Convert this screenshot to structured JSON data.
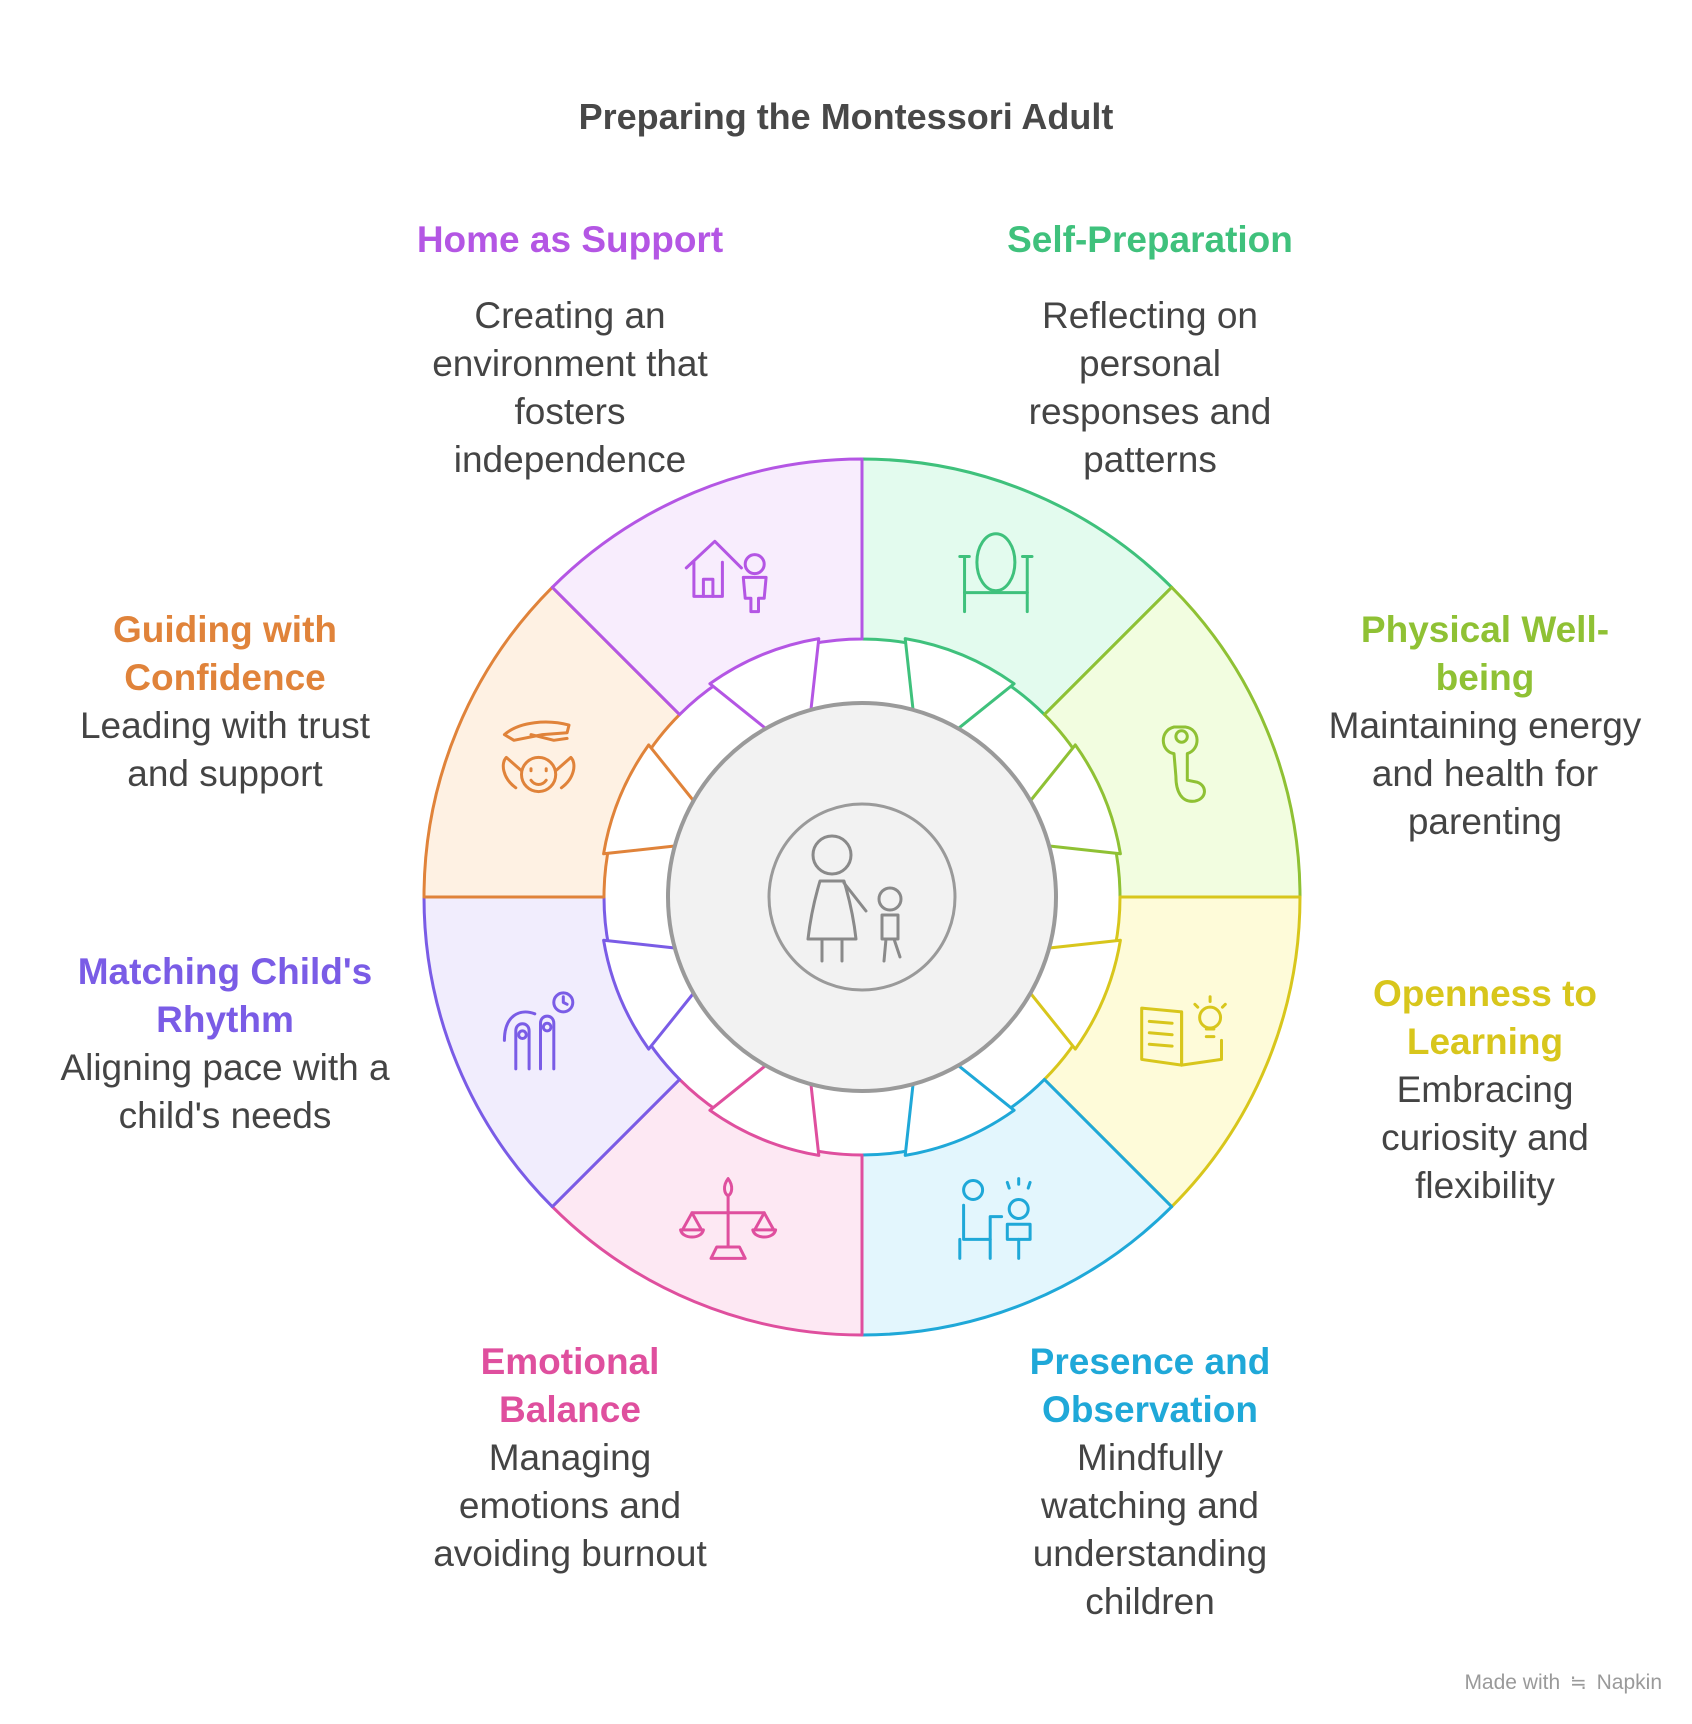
{
  "title": "Preparing the Montessori Adult",
  "center_icon": "adult-and-child-icon",
  "segments": [
    {
      "id": "self-preparation",
      "title": "Self-Preparation",
      "description": "Reflecting on personal responses and patterns",
      "color": "#3fc17c",
      "fill": "#e3fbee",
      "icon": "mirror-icon"
    },
    {
      "id": "physical-wellbeing",
      "title": "Physical Well-being",
      "description": "Maintaining energy and health for parenting",
      "color": "#8fc134",
      "fill": "#f2fde0",
      "icon": "muscle-arm-icon"
    },
    {
      "id": "openness-to-learning",
      "title": "Openness to Learning",
      "description": "Embracing curiosity and flexibility",
      "color": "#d8c61c",
      "fill": "#fefbd9",
      "icon": "book-lightbulb-icon"
    },
    {
      "id": "presence-observation",
      "title": "Presence and Observation",
      "description": "Mindfully watching and understanding children",
      "color": "#1fa8d8",
      "fill": "#e3f6fd",
      "icon": "adult-watching-child-icon"
    },
    {
      "id": "emotional-balance",
      "title": "Emotional Balance",
      "description": "Managing emotions and avoiding burnout",
      "color": "#df4f9e",
      "fill": "#fde8f3",
      "icon": "balance-scale-icon"
    },
    {
      "id": "matching-rhythm",
      "title": "Matching Child's Rhythm",
      "description": "Aligning pace with a child's needs",
      "color": "#7a5ce6",
      "fill": "#f1edfd",
      "icon": "fingers-clock-icon"
    },
    {
      "id": "guiding-confidence",
      "title": "Guiding with Confidence",
      "description": "Leading with trust and support",
      "color": "#e0833a",
      "fill": "#fef1e3",
      "icon": "hand-over-child-icon"
    },
    {
      "id": "home-support",
      "title": "Home as Support",
      "description": "Creating an environment that fosters independence",
      "color": "#b456e4",
      "fill": "#f8edfd",
      "icon": "home-person-icon"
    }
  ],
  "footer": {
    "made_with": "Made with",
    "brand": "Napkin"
  }
}
